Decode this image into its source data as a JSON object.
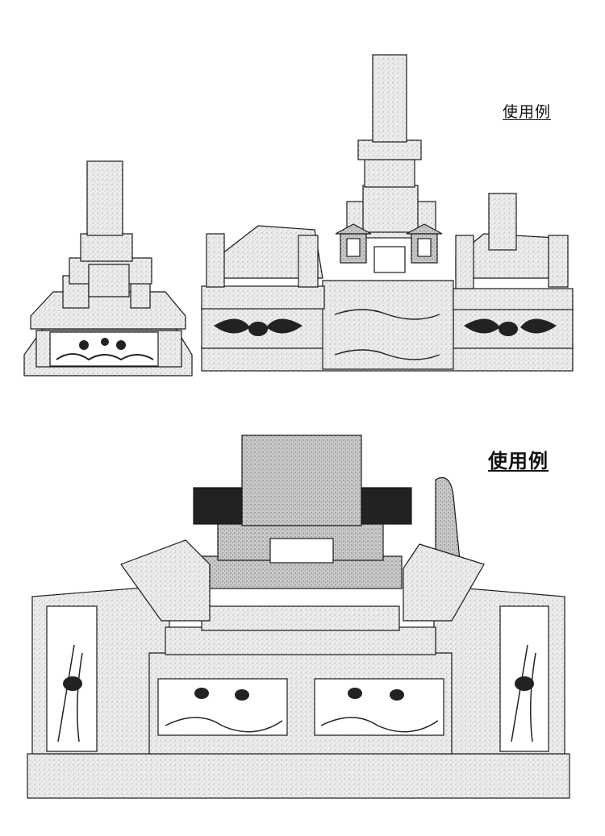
{
  "captions": {
    "top": "使用例",
    "bottom": "使用例"
  },
  "colors": {
    "paper": "#ffffff",
    "ink": "#1a1a1a",
    "stone": "#d6d6d6",
    "stone_dark": "#a9a9a9",
    "carving": "#222222"
  },
  "illustrations": [
    "small-single-grave-illustration",
    "family-grave-with-lanterns-illustration",
    "wide-grave-with-iris-panels-illustration"
  ]
}
